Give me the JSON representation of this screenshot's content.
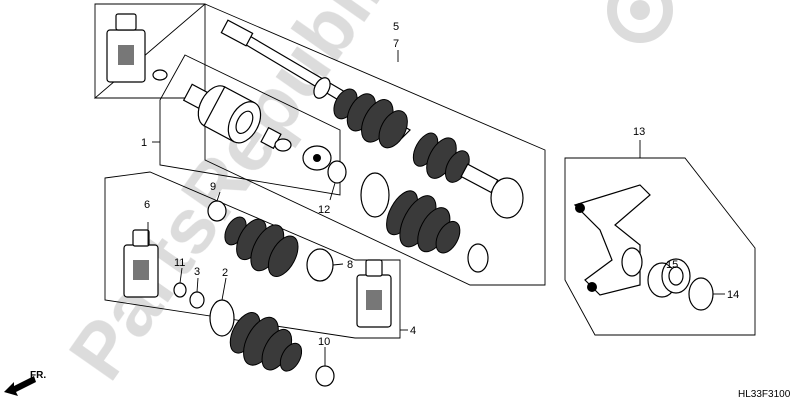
{
  "watermark": {
    "text": "PartsRepublik"
  },
  "diagram_code": "HL33F3100",
  "direction_label": "FR.",
  "callouts": {
    "c1": "1",
    "c2": "2",
    "c3": "3",
    "c4": "4",
    "c5": "5",
    "c6": "6",
    "c7": "7",
    "c8": "8",
    "c9": "9",
    "c10": "10",
    "c11": "11",
    "c12": "12",
    "c13": "13",
    "c14": "14",
    "c15": "15"
  }
}
